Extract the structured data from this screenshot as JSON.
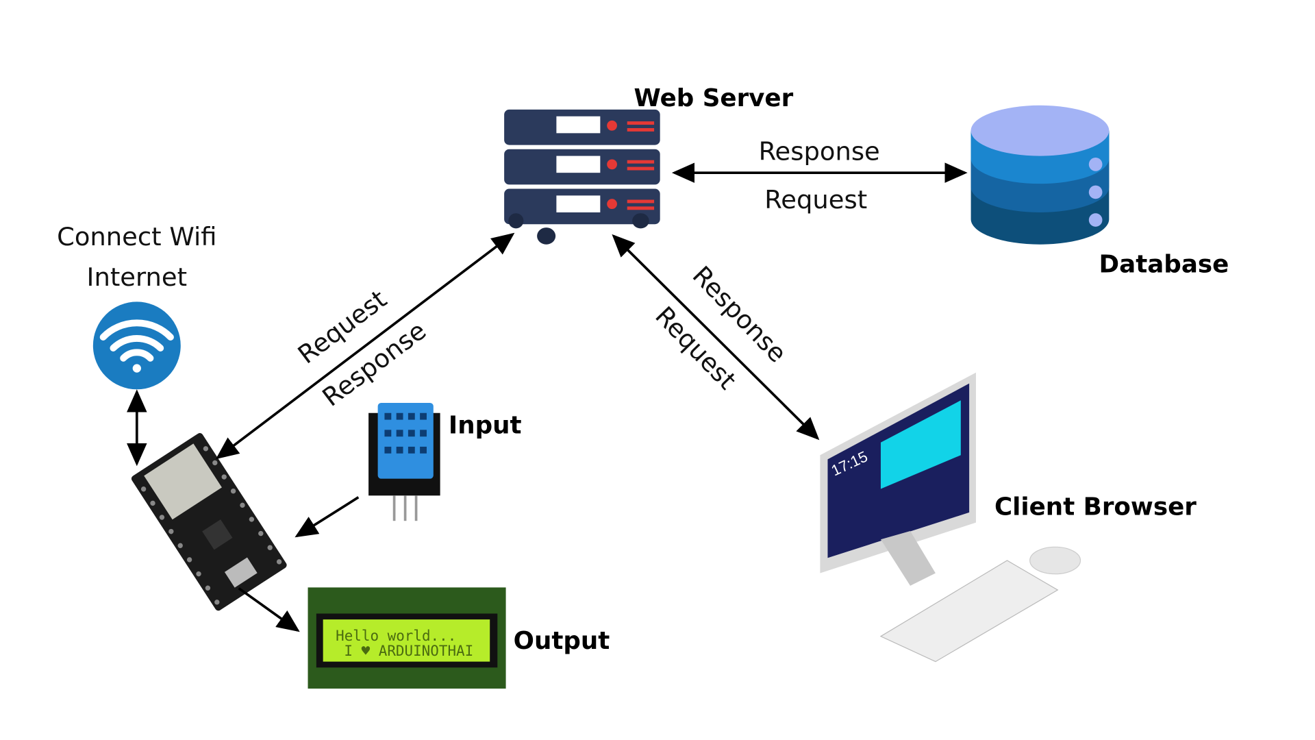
{
  "nodes": {
    "web_server": "Web Server",
    "database": "Database",
    "wifi": [
      "Connect Wifi",
      "Internet"
    ],
    "input": "Input",
    "output": "Output",
    "client": "Client Browser"
  },
  "edges": {
    "server_db_top": "Response",
    "server_db_bottom": "Request",
    "esp_server_top": "Request",
    "esp_server_bottom": "Response",
    "server_client_top": "Response",
    "server_client_bottom": "Request"
  },
  "lcd": {
    "line1": "Hello world...",
    "line2": "I ♥ ARDUINOTHAI"
  },
  "monitor_clock": "17:15",
  "colors": {
    "server": "#2b3a5c",
    "database_top": "#a3b3f5",
    "database_body": "#1b7fc4",
    "wifi": "#1a7cc1",
    "lcd": "#b6ec2a",
    "sensor": "#2f8fe0"
  }
}
